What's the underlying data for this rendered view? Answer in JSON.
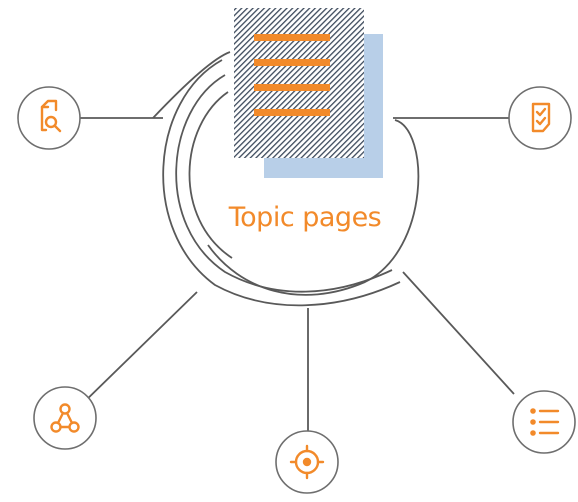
{
  "diagram": {
    "center_label": "Topic pages",
    "nodes": [
      {
        "id": "search-document",
        "icon": "document-search-icon"
      },
      {
        "id": "checklist-document",
        "icon": "checklist-document-icon"
      },
      {
        "id": "network",
        "icon": "network-icon"
      },
      {
        "id": "target",
        "icon": "target-icon"
      },
      {
        "id": "list",
        "icon": "list-icon"
      }
    ]
  },
  "colors": {
    "accent": "#f28a2a",
    "line": "#595959",
    "node_border": "#6e6e6e",
    "shadow_page": "#b8cfe8",
    "hatched_page": "#3d4a5c"
  }
}
